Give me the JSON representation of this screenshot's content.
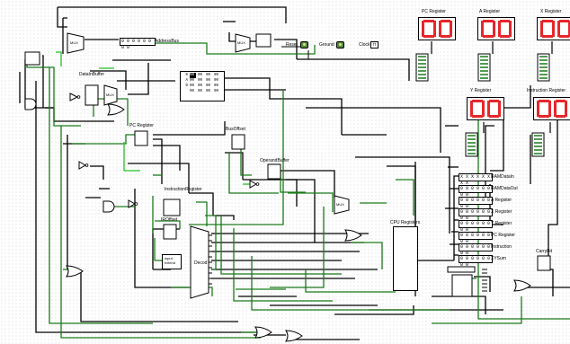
{
  "displays": [
    {
      "id": "pc",
      "label": "PC Register",
      "value": "00"
    },
    {
      "id": "a",
      "label": "A Register",
      "value": "00"
    },
    {
      "id": "x",
      "label": "X Register",
      "value": "00"
    },
    {
      "id": "y",
      "label": "Y Register",
      "value": "00"
    },
    {
      "id": "instr",
      "label": "Instruction  Register",
      "value": "00"
    }
  ],
  "controls": {
    "reset_label": "Reset",
    "ground_label": "Ground",
    "clock_label": "Clock"
  },
  "address_bus": {
    "value": "0 0 0 0 0 0 0 0",
    "label": "AddressBus"
  },
  "components": {
    "data_in_buffer": "DataInBuffer",
    "pc_register": "PC Register",
    "bus_offset": "BusOffset",
    "operand_buffer": "OperandBuffer",
    "instruction_register": "InstructionRegister",
    "ir_offset": "IROffset",
    "input_extend_1": "input",
    "input_extend_2": "extend",
    "decod": "Decod",
    "cpu_registers": "CPU Registers",
    "carry_bit": "CarryBit",
    "mux_label": "MUX"
  },
  "ram": {
    "header": "00",
    "rows": [
      {
        "addr": "0",
        "cells": [
          "00",
          "00",
          "00",
          "00"
        ]
      },
      {
        "addr": "A",
        "cells": [
          "00",
          "00",
          "00",
          "00"
        ]
      },
      {
        "addr": "D",
        "cells": [
          "00",
          "00",
          "00",
          "00"
        ]
      },
      {
        "addr": "",
        "cells": [
          "00",
          "00",
          "00",
          "00"
        ]
      }
    ]
  },
  "bus_registers": [
    {
      "value": "X X X X X X X X",
      "label": "RAMDataIn"
    },
    {
      "value": "0 0 0 0 0 0 0 0",
      "label": "RAMDataOut"
    },
    {
      "value": "0 0 0 0 0 0 0 0",
      "label": "A Register"
    },
    {
      "value": "0 0 0 0 0 0 0 0",
      "label": "X Register"
    },
    {
      "value": "0 0 0 0 0 0 0 0",
      "label": "Y Register"
    },
    {
      "value": "0 0 0 0 0 0 0 0",
      "label": "PC Register"
    },
    {
      "value": "0 0 0 0 0 0 0 0",
      "label": "Instruction"
    },
    {
      "value": "0 0 0 0 0 0 0 0",
      "label": "XYSum"
    }
  ],
  "colors": {
    "wire_off": "#000000",
    "wire_on": "#1a7a1a",
    "wire_bright": "#22c022",
    "segment": "#e6272b"
  }
}
